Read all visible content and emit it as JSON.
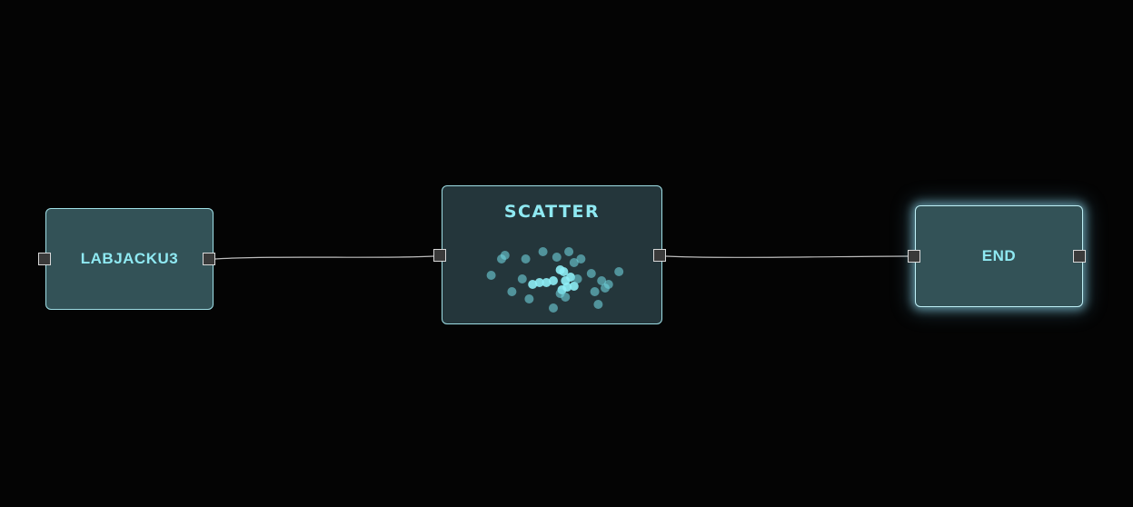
{
  "nodes": {
    "labjack": {
      "label": "LABJACKU3"
    },
    "scatter": {
      "label": "SCATTER"
    },
    "end": {
      "label": "END"
    }
  },
  "edges": [
    {
      "from": "LABJACKU3",
      "to": "SCATTER"
    },
    {
      "from": "SCATTER",
      "to": "END"
    }
  ],
  "colors": {
    "background": "#040404",
    "node_fill": "#335257",
    "scatter_fill": "#24363b",
    "node_border": "#9fdfe6",
    "label": "#8fe9f2",
    "point": "#6fd2dc",
    "edge": "#bdbdbd"
  },
  "scatter_thumbnail_points": [
    [
      -1.8,
      0.3
    ],
    [
      -1.4,
      1.4
    ],
    [
      -1.2,
      -0.6
    ],
    [
      -0.9,
      0.1
    ],
    [
      -0.8,
      1.2
    ],
    [
      -0.7,
      -1.0
    ],
    [
      -0.6,
      -0.2
    ],
    [
      -0.4,
      -0.1
    ],
    [
      -0.3,
      1.6
    ],
    [
      -0.2,
      -0.1
    ],
    [
      0.0,
      0.0
    ],
    [
      0.1,
      1.3
    ],
    [
      0.2,
      0.6
    ],
    [
      0.25,
      -0.5
    ],
    [
      0.3,
      0.5
    ],
    [
      0.35,
      -0.9
    ],
    [
      0.4,
      -0.35
    ],
    [
      0.45,
      1.6
    ],
    [
      0.5,
      0.2
    ],
    [
      0.6,
      -0.3
    ],
    [
      0.6,
      1.0
    ],
    [
      0.7,
      0.1
    ],
    [
      0.8,
      1.2
    ],
    [
      1.1,
      0.4
    ],
    [
      1.2,
      -0.6
    ],
    [
      1.3,
      -1.3
    ],
    [
      1.4,
      0.0
    ],
    [
      1.5,
      -0.4
    ],
    [
      1.6,
      -0.2
    ],
    [
      1.9,
      0.5
    ],
    [
      0.0,
      -1.5
    ],
    [
      -1.5,
      1.2
    ],
    [
      0.2,
      -0.7
    ],
    [
      0.35,
      0.0
    ]
  ]
}
